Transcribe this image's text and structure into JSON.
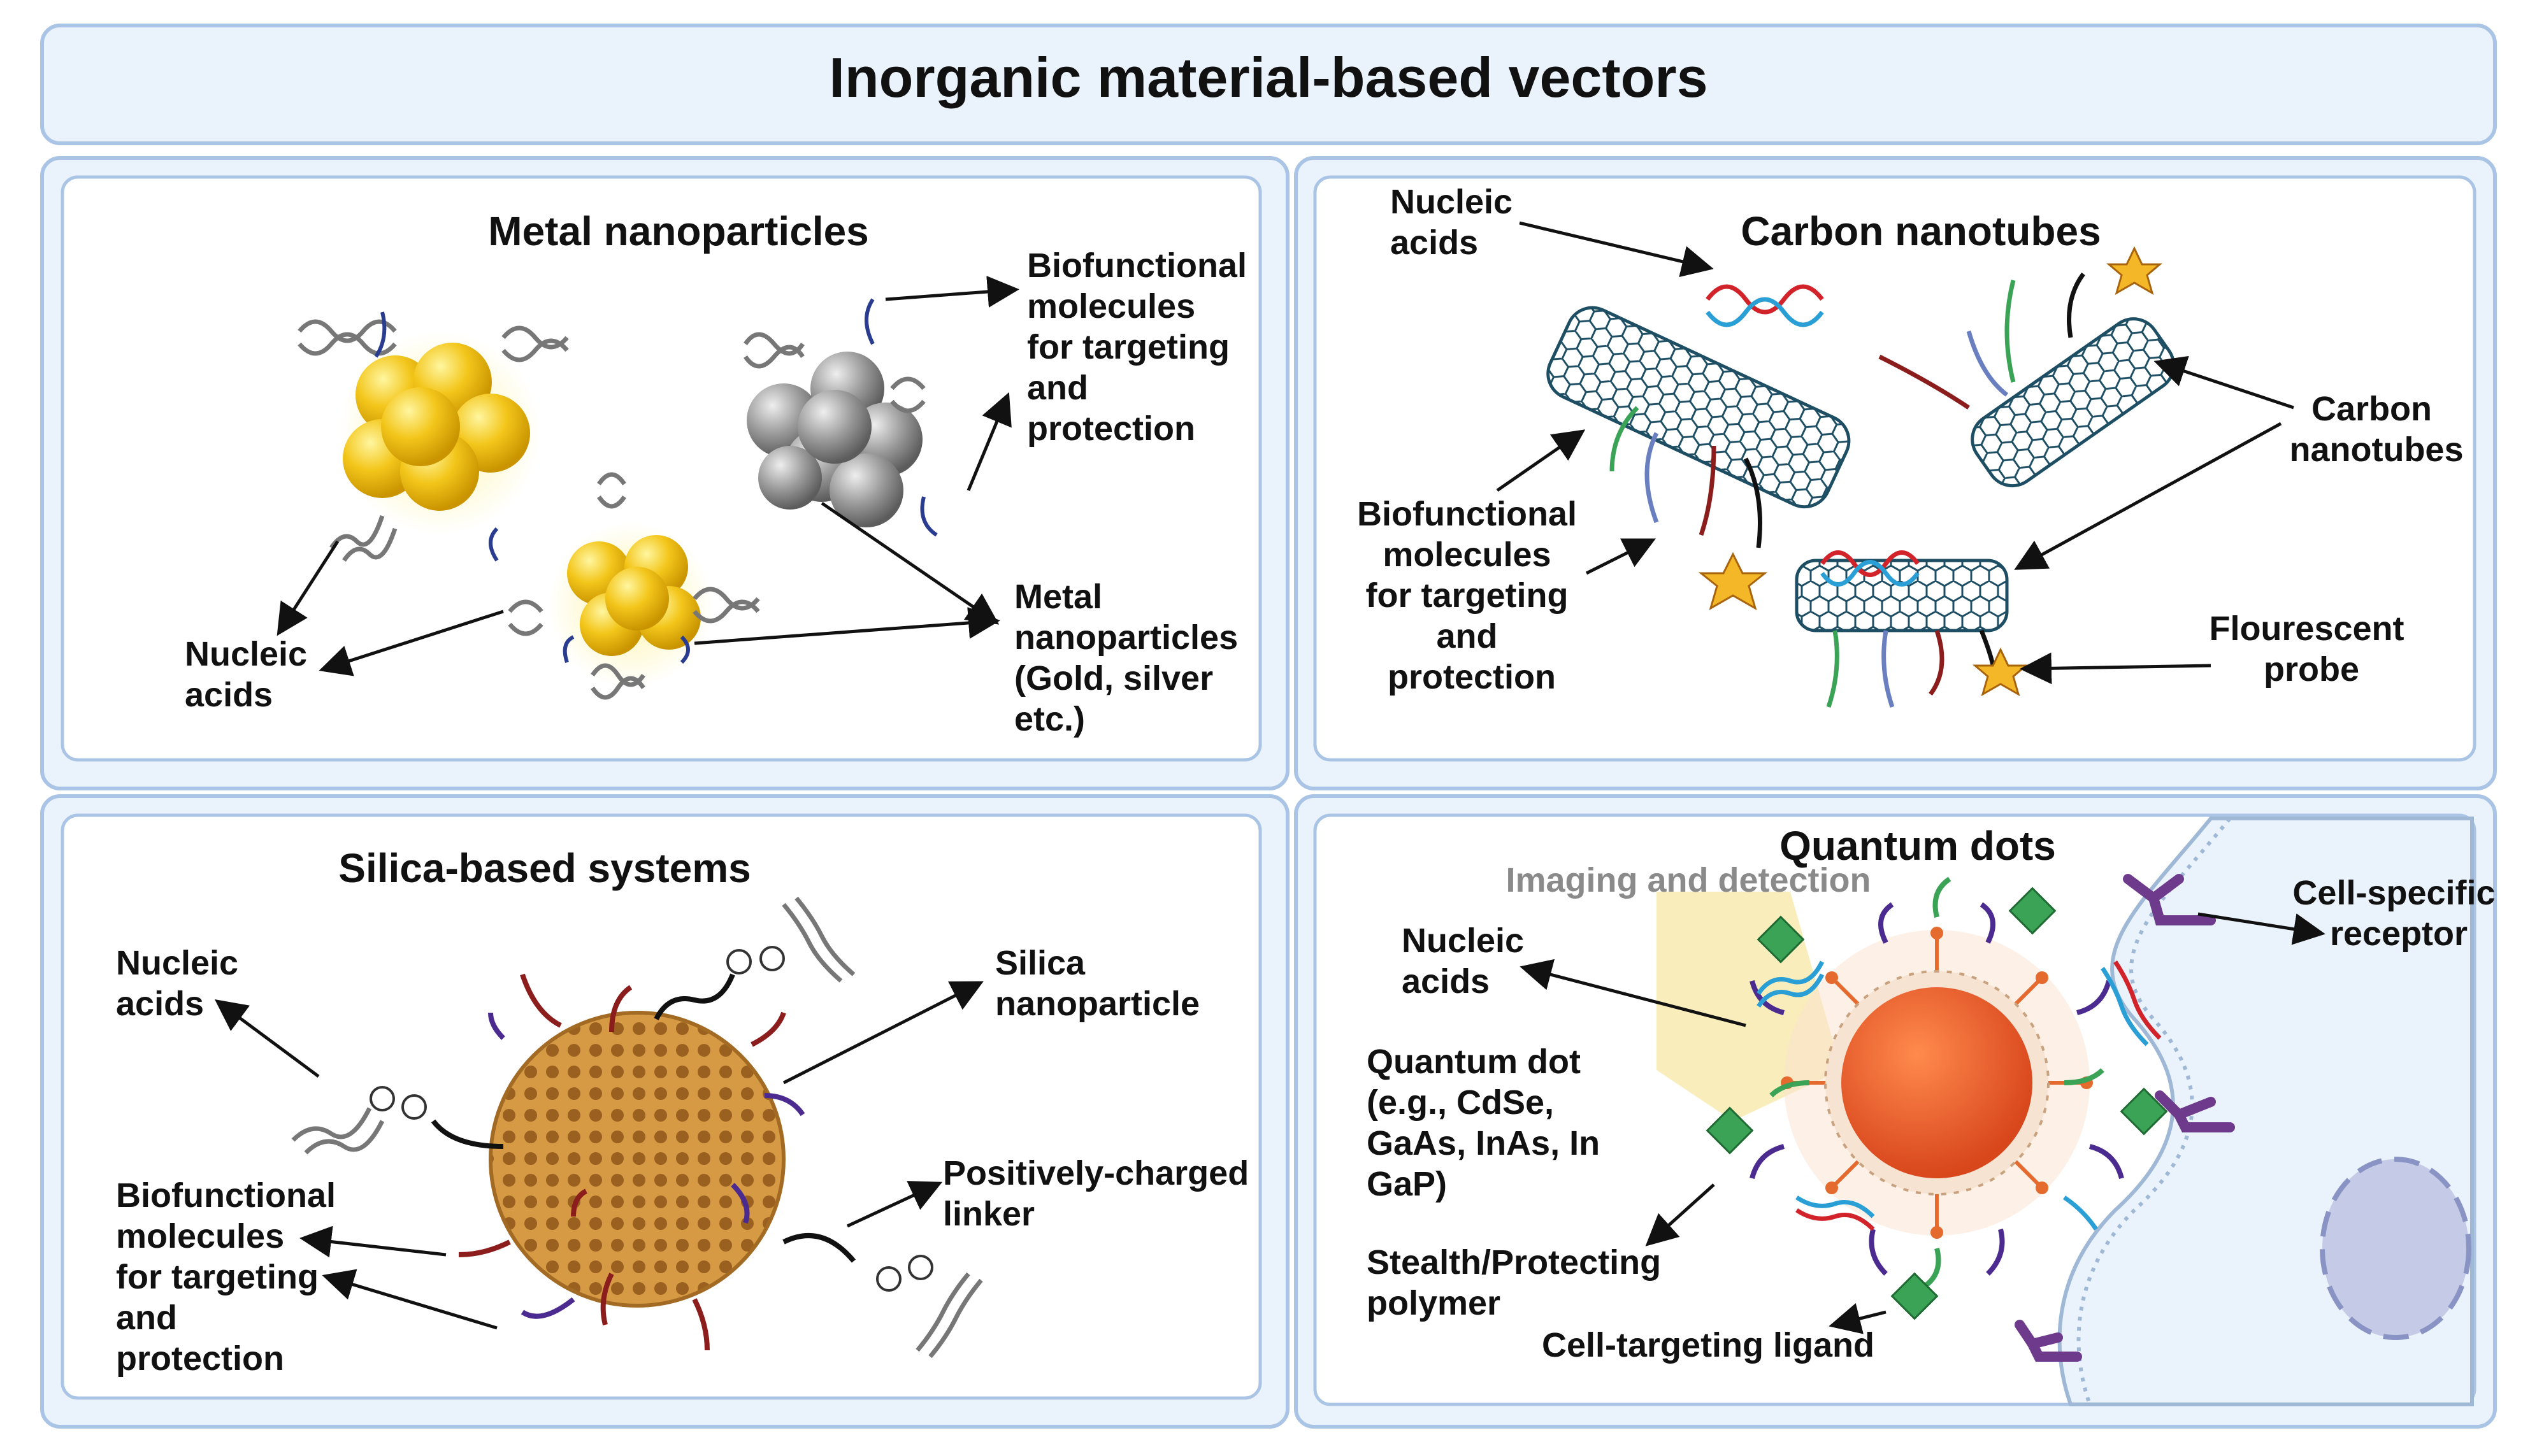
{
  "title": "Inorganic material-based vectors",
  "colors": {
    "frame": "#a9c4e4",
    "frame_fill": "#eaf2fb",
    "gold": "#f2c318",
    "silver": "#8e8e8e",
    "silica": "#c98a33",
    "quantum_core": "#e85d2a",
    "nucleic_red": "#d2232a",
    "nucleic_blue": "#2a9fd6",
    "ligand_green": "#3aa356",
    "ligand_purple": "#4b2b8f",
    "receptor": "#6d3a8c"
  },
  "panels": {
    "metal": {
      "title": "Metal nanoparticles",
      "label_biofunctional": [
        "Biofunctional",
        "molecules",
        "for targeting",
        "and",
        "protection"
      ],
      "label_nucleic": [
        "Nucleic",
        "acids"
      ],
      "label_metal": [
        "Metal",
        "nanoparticles",
        "(Gold, silver",
        "etc.)"
      ]
    },
    "carbon": {
      "title": "Carbon nanotubes",
      "label_nucleic": [
        "Nucleic",
        "acids"
      ],
      "label_biofunctional": [
        "Biofunctional",
        "molecules",
        "for targeting",
        "and",
        "protection"
      ],
      "label_carbon": [
        "Carbon",
        "nanotubes"
      ],
      "label_probe": [
        "Flourescent",
        "probe"
      ]
    },
    "silica": {
      "title": "Silica-based systems",
      "label_nucleic": [
        "Nucleic",
        "acids"
      ],
      "label_silica": [
        "Silica",
        "nanoparticle"
      ],
      "label_linker": [
        "Positively-charged",
        "linker"
      ],
      "label_biofunctional": [
        "Biofunctional",
        "molecules",
        "for targeting",
        "and",
        "protection"
      ]
    },
    "quantum": {
      "title": "Quantum dots",
      "label_imaging": "Imaging and detection",
      "label_nucleic": [
        "Nucleic",
        "acids"
      ],
      "label_qd": [
        "Quantum dot",
        "(e.g.,  CdSe,",
        "GaAs, InAs, In",
        "GaP)"
      ],
      "label_stealth": [
        "Stealth/Protecting",
        "polymer"
      ],
      "label_ligand": "Cell-targeting ligand",
      "label_receptor": [
        "Cell-specific",
        "receptor"
      ]
    }
  }
}
